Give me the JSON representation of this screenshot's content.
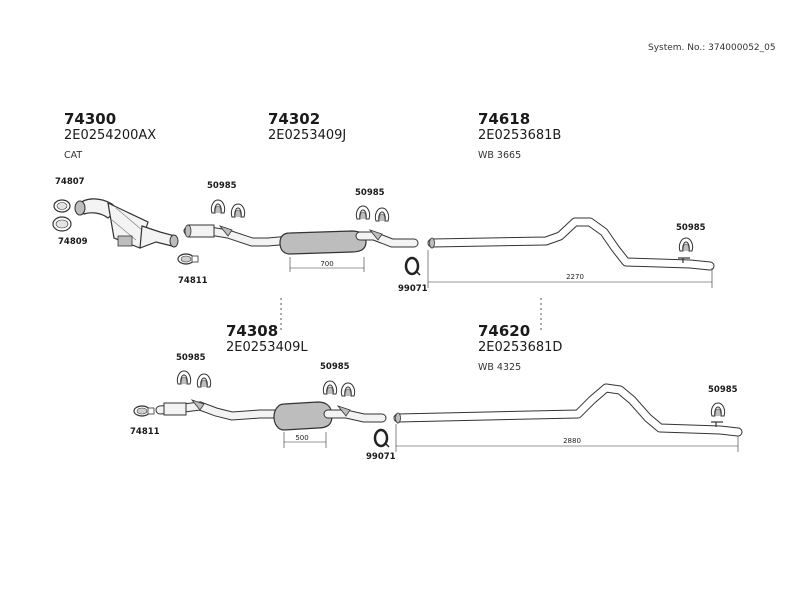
{
  "system_no": "System. No.: 374000052_05",
  "parts": [
    {
      "id": "p-cat",
      "number": "74300",
      "ref": "2E0254200AX",
      "note": "CAT"
    },
    {
      "id": "p-front",
      "number": "74302",
      "ref": "2E0253409J",
      "note": ""
    },
    {
      "id": "p-rear",
      "number": "74618",
      "ref": "2E0253681B",
      "note": "WB 3665"
    },
    {
      "id": "p-front-alt",
      "number": "74308",
      "ref": "2E0253409L",
      "note": ""
    },
    {
      "id": "p-rear-alt",
      "number": "74620",
      "ref": "2E0253681D",
      "note": "WB 4325"
    }
  ],
  "small_parts": {
    "gasket": "74807",
    "seal": "74809",
    "clamp": "74811",
    "hanger": "50985",
    "clip": "99071"
  },
  "dimensions": {
    "upper_muffler": "700",
    "upper_tailpipe": "2270",
    "lower_muffler": "500",
    "lower_tailpipe": "2880"
  },
  "colors": {
    "stroke": "#333333",
    "fill_light": "#f3f3f3",
    "fill_dark": "#bdbdbd"
  }
}
